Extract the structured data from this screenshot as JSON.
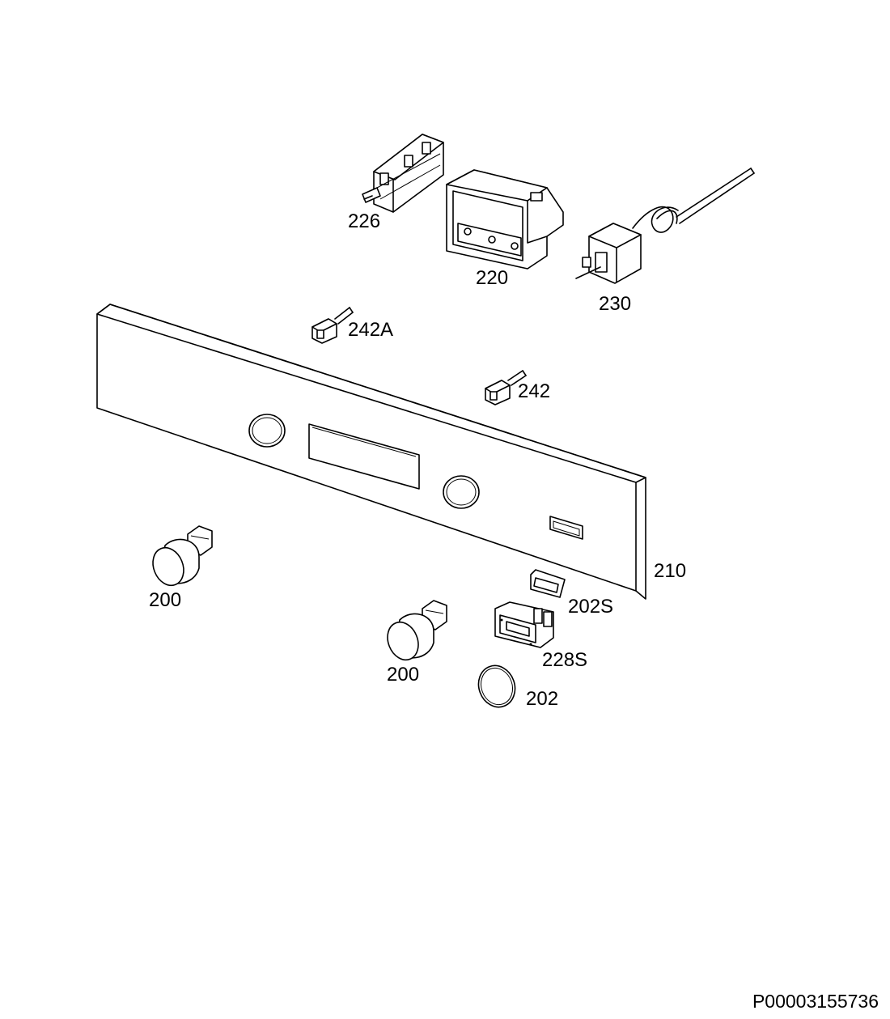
{
  "parts": [
    {
      "id": "226"
    },
    {
      "id": "220"
    },
    {
      "id": "230"
    },
    {
      "id": "242A"
    },
    {
      "id": "242"
    },
    {
      "id": "210"
    },
    {
      "id": "200"
    },
    {
      "id": "200"
    },
    {
      "id": "202S"
    },
    {
      "id": "228S"
    },
    {
      "id": "202"
    }
  ],
  "reference_code": "P00003155736"
}
